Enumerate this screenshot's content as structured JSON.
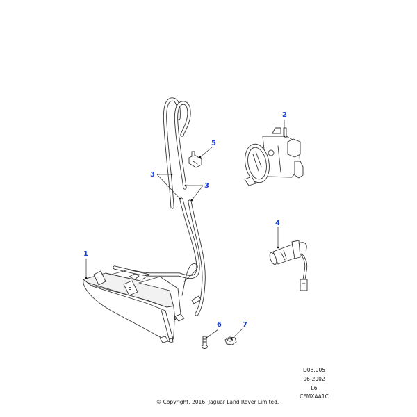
{
  "diagram": {
    "title": "Fog lamp assembly parts diagram",
    "callout_color": "#1a3fd6",
    "callouts": [
      {
        "id": "1",
        "label": "1",
        "part": "fog-lamp-housing"
      },
      {
        "id": "2",
        "label": "2",
        "part": "fog-lamp-round"
      },
      {
        "id": "3a",
        "label": "3",
        "part": "washer-hose"
      },
      {
        "id": "3b",
        "label": "3",
        "part": "washer-hose"
      },
      {
        "id": "4",
        "label": "4",
        "part": "bulb-holder-with-lead"
      },
      {
        "id": "5",
        "label": "5",
        "part": "screw"
      },
      {
        "id": "6",
        "label": "6",
        "part": "connector-clip"
      },
      {
        "id": "7",
        "label": "7",
        "part": "nut"
      }
    ]
  },
  "meta": {
    "section": "D08.005",
    "date": "06-2002",
    "model": "L6",
    "code": "CFMXAA1C"
  },
  "footer": {
    "copyright": "© Copyright, 2016. Jaguar Land Rover Limited."
  }
}
